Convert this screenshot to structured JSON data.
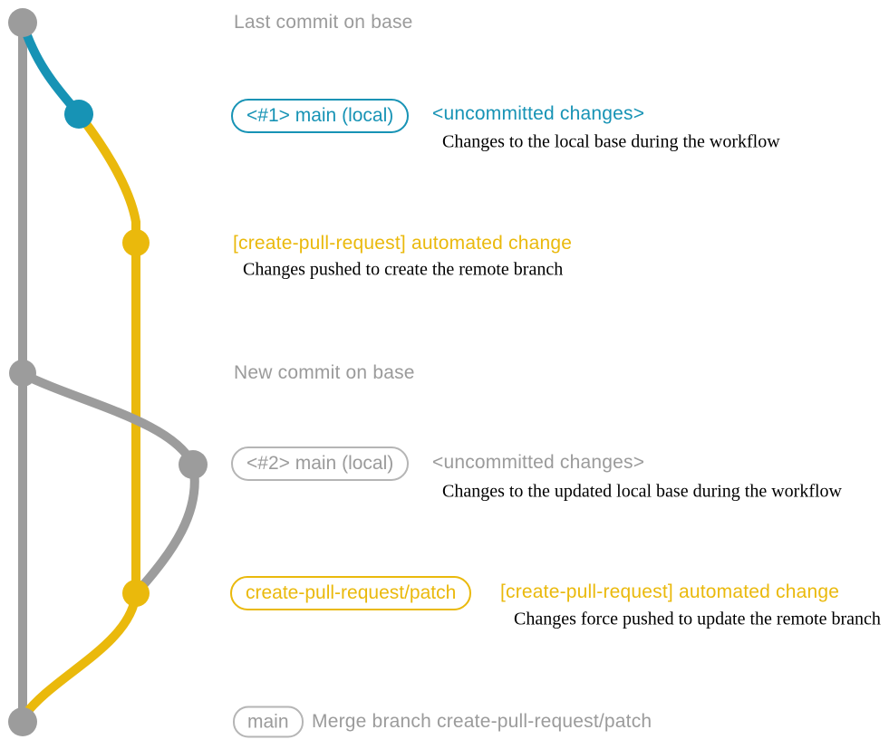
{
  "colors": {
    "teal": "#1793b5",
    "yellow": "#eab90c",
    "gray_branch": "#9c9c9c",
    "gray_text": "#9b9b9b",
    "note_text": "#000000",
    "background": "#ffffff"
  },
  "graph": {
    "branches": [
      {
        "name": "base",
        "color": "gray"
      },
      {
        "name": "main-local-1",
        "color": "teal"
      },
      {
        "name": "create-pull-request-patch",
        "color": "yellow"
      },
      {
        "name": "main-local-2",
        "color": "gray"
      }
    ],
    "commit_count": 7
  },
  "rows": {
    "last_commit": {
      "label": "Last commit on base"
    },
    "main_local_1": {
      "tag": "<#1> main (local)",
      "message": "<uncommitted changes>",
      "note": "Changes to the local base during the workflow"
    },
    "automated_change_1": {
      "message": "[create-pull-request] automated change",
      "note": "Changes pushed to create the remote branch"
    },
    "new_commit": {
      "label": "New commit on base"
    },
    "main_local_2": {
      "tag": "<#2> main (local)",
      "message": "<uncommitted changes>",
      "note": "Changes to the updated local base during the workflow"
    },
    "automated_change_2": {
      "tag": "create-pull-request/patch",
      "message": "[create-pull-request] automated change",
      "note": "Changes force pushed to update the remote branch"
    },
    "merge": {
      "tag": "main",
      "message": "Merge branch create-pull-request/patch"
    }
  }
}
